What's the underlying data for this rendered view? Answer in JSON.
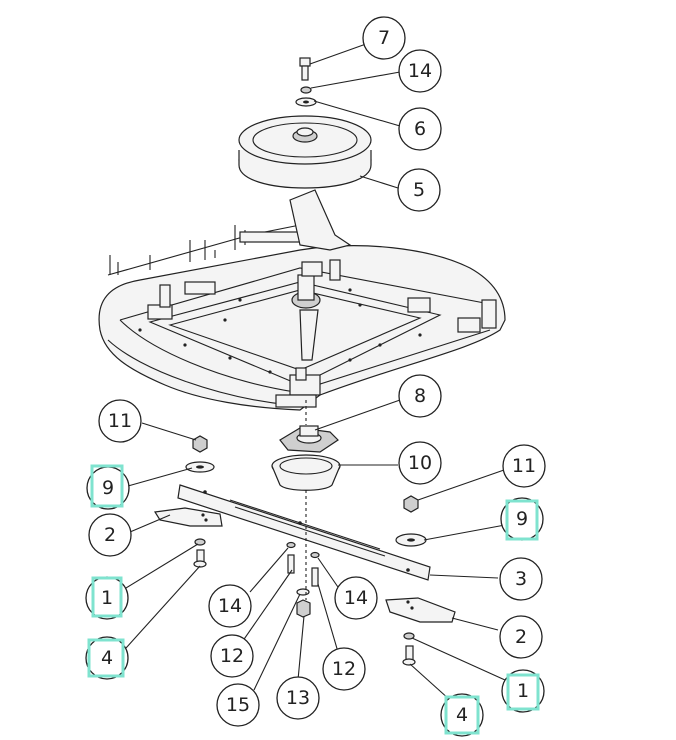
{
  "highlight_color": "#7fe3cf",
  "callouts": [
    {
      "id": "c7",
      "label": "7"
    },
    {
      "id": "c14a",
      "label": "14"
    },
    {
      "id": "c6",
      "label": "6"
    },
    {
      "id": "c5",
      "label": "5"
    },
    {
      "id": "c8",
      "label": "8"
    },
    {
      "id": "c11a",
      "label": "11"
    },
    {
      "id": "c9a",
      "label": "9"
    },
    {
      "id": "c10",
      "label": "10"
    },
    {
      "id": "c11b",
      "label": "11"
    },
    {
      "id": "c2a",
      "label": "2"
    },
    {
      "id": "c9b",
      "label": "9"
    },
    {
      "id": "c1a",
      "label": "1"
    },
    {
      "id": "c3",
      "label": "3"
    },
    {
      "id": "c14b",
      "label": "14"
    },
    {
      "id": "c14c",
      "label": "14"
    },
    {
      "id": "c2b",
      "label": "2"
    },
    {
      "id": "c4a",
      "label": "4"
    },
    {
      "id": "c12a",
      "label": "12"
    },
    {
      "id": "c12b",
      "label": "12"
    },
    {
      "id": "c1b",
      "label": "1"
    },
    {
      "id": "c15",
      "label": "15"
    },
    {
      "id": "c13",
      "label": "13"
    },
    {
      "id": "c4b",
      "label": "4"
    }
  ]
}
